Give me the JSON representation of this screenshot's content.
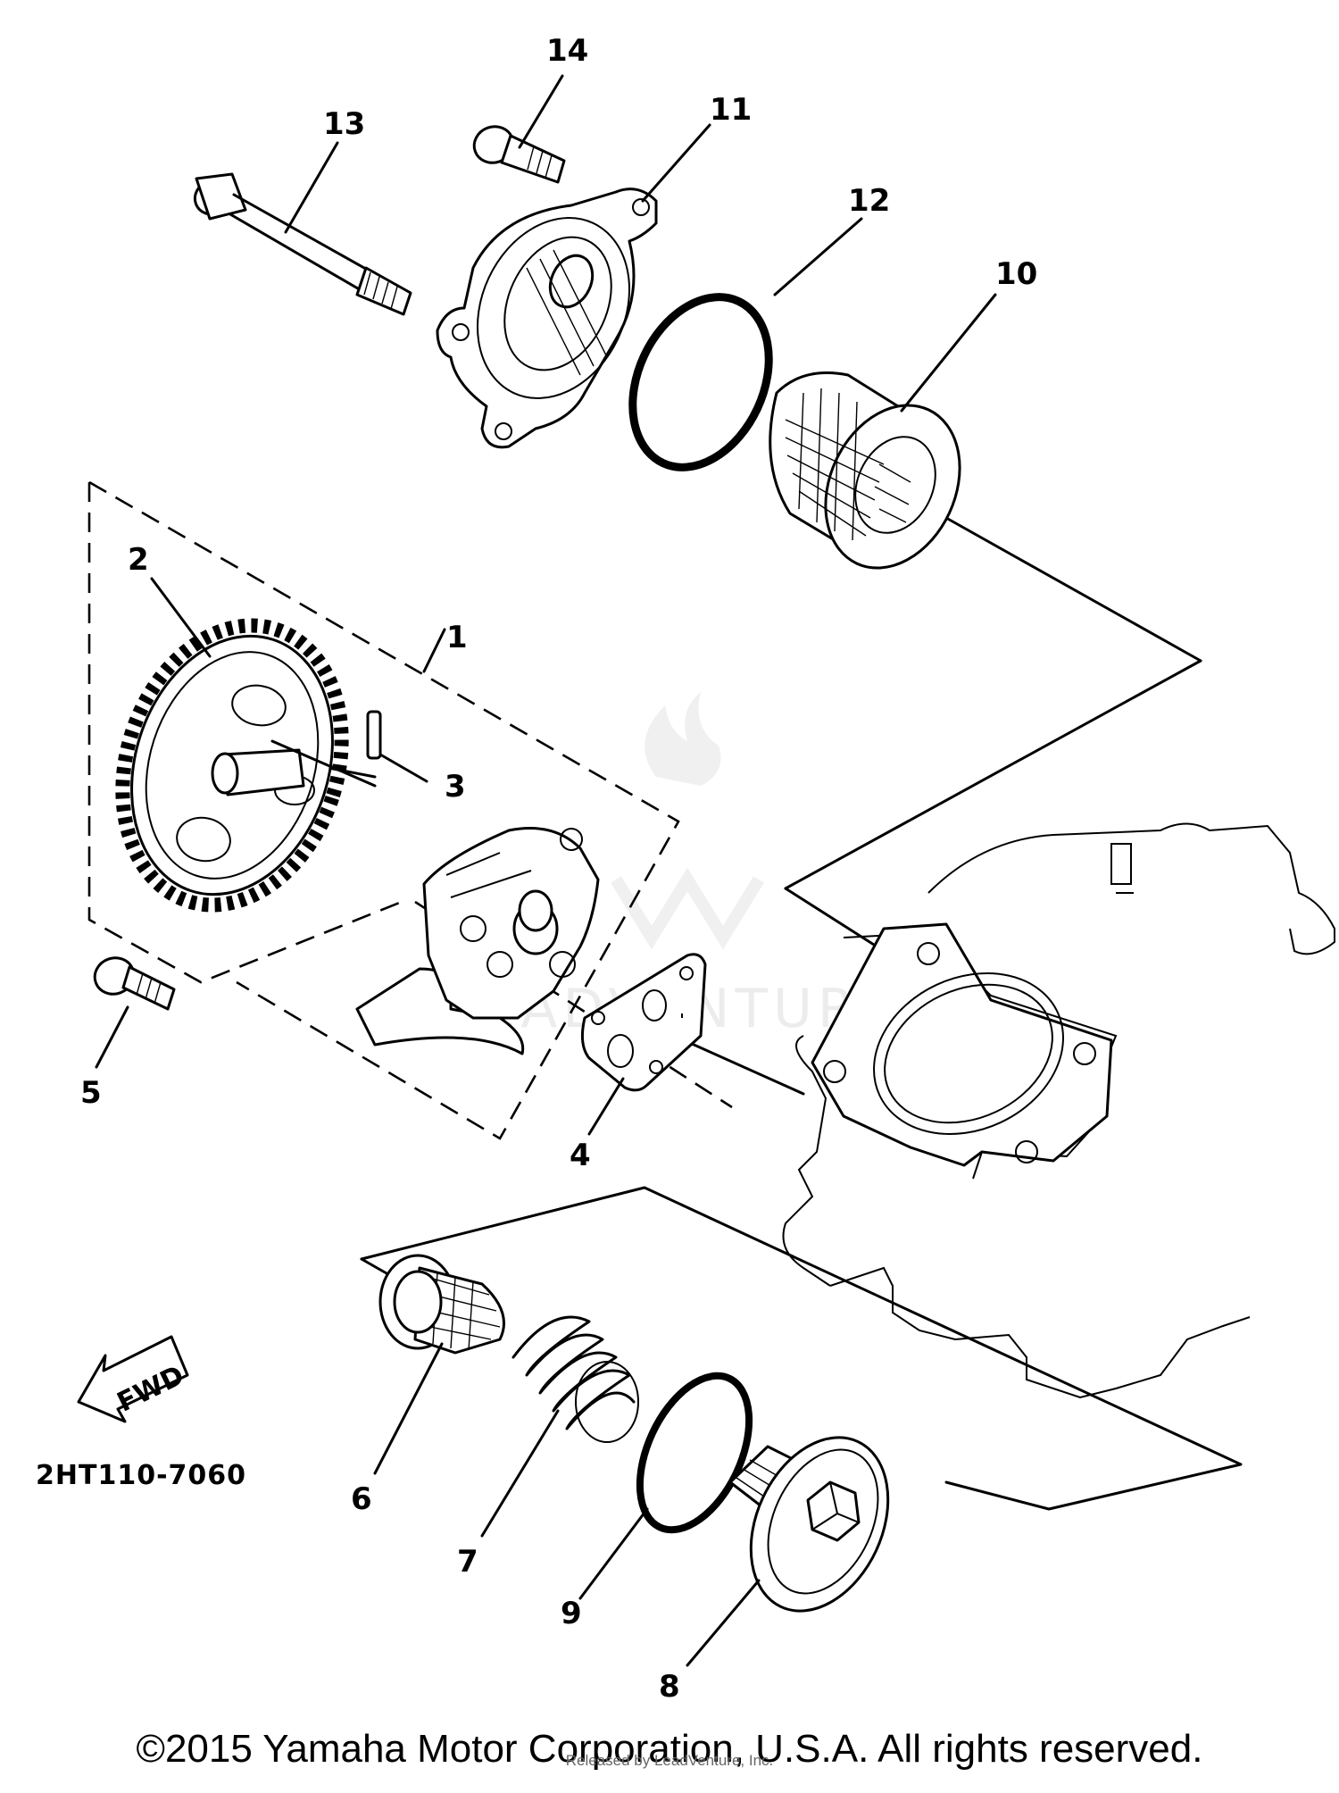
{
  "diagram": {
    "callouts": [
      "1",
      "2",
      "3",
      "4",
      "5",
      "6",
      "7",
      "8",
      "9",
      "10",
      "11",
      "12",
      "13",
      "14"
    ],
    "part_code": "2HT110-7060",
    "direction_label": "FWD",
    "watermark": "LEADVENTURE"
  },
  "footer": {
    "copyright": "©2015 Yamaha Motor Corporation, U.S.A. All rights reserved.",
    "provider": "Released by LeadVenture, Inc."
  }
}
